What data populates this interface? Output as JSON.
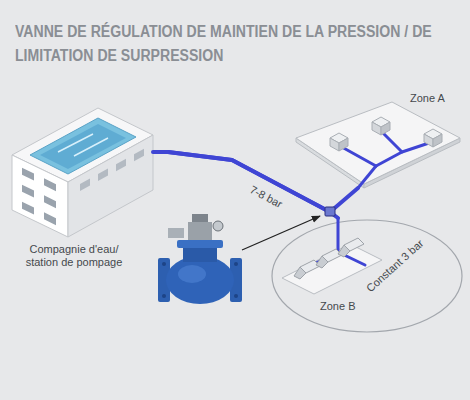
{
  "diagram": {
    "title": "VANNE DE RÉGULATION DE MAINTIEN DE LA PRESSION / DE LIMITATION DE SURPRESSION",
    "nodes": [
      {
        "text": [
          "Compagnie d'eau/ station de pompage"
        ]
      },
      {
        "text": [
          "Zone A"
        ]
      },
      {
        "text": [
          "Zone B",
          "Constant 3 bar"
        ]
      }
    ],
    "edges": [
      {
        "from": 0,
        "to": 1,
        "arrow": "none"
      },
      {
        "from": 0,
        "to": 2,
        "arrow": "none"
      }
    ],
    "labels": [
      "7-8 bar"
    ]
  }
}
